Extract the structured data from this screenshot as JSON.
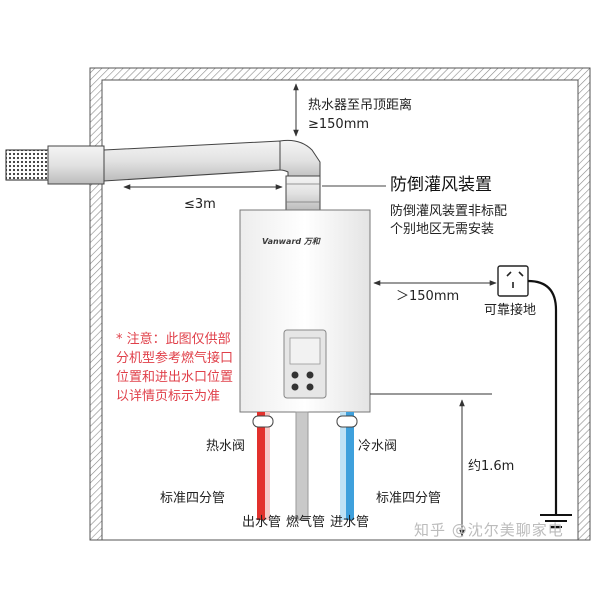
{
  "labels": {
    "ceiling_distance_line1": "热水器至吊顶距离",
    "ceiling_distance_line2": "≥150mm",
    "flue_length": "≤3m",
    "anti_backdraft_title": "防倒灌风装置",
    "anti_backdraft_note_line1": "防倒灌风装置非标配",
    "anti_backdraft_note_line2": "个别地区无需安装",
    "socket_distance": "＞150mm",
    "grounding": "可靠接地",
    "hot_valve": "热水阀",
    "cold_valve": "冷水阀",
    "std_pipe_left": "标准四分管",
    "std_pipe_right": "标准四分管",
    "outlet_pipe": "出水管",
    "gas_pipe": "燃气管",
    "inlet_pipe": "进水管",
    "height": "约1.6m",
    "brand": "Vanward 万和",
    "watermark": "知乎 @沈尔美聊家电"
  },
  "note": {
    "text": "* 注意：此图仅供部分机型参考燃气接口位置和进出水口位置以详情页标示为准"
  },
  "colors": {
    "hot_pipe": "#e2312c",
    "cold_pipe": "#3ea0dc",
    "gas_pipe": "#9a9a9a",
    "note_text": "#e0404a",
    "wall_hatch": "#9a9a9a"
  }
}
